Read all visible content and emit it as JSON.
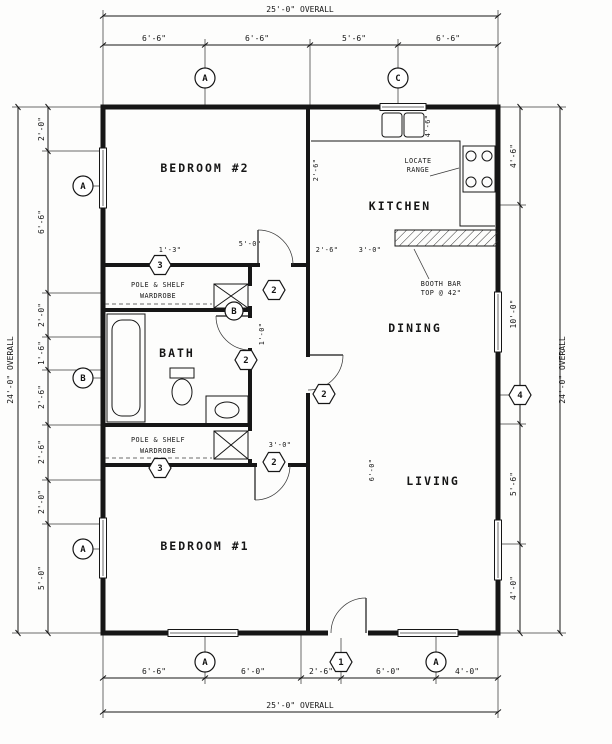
{
  "drawing": {
    "overall_top": "25'-0\" OVERALL",
    "overall_bottom": "25'-0\" OVERALL",
    "overall_left": "24'-0\" OVERALL",
    "overall_right": "24'-0\" OVERALL"
  },
  "rooms": {
    "bedroom2": "BEDROOM #2",
    "kitchen": "KITCHEN",
    "dining": "DINING",
    "bath": "BATH",
    "living": "LIVING",
    "bedroom1": "BEDROOM #1"
  },
  "notes": {
    "closet1": [
      "POLE & SHELF",
      "WARDROBE"
    ],
    "closet2": [
      "POLE & SHELF",
      "WARDROBE"
    ],
    "range": [
      "LOCATE",
      "RANGE"
    ],
    "bar": [
      "BOOTH BAR",
      "TOP @ 42\""
    ]
  },
  "dims": {
    "top": [
      "6'-6\"",
      "6'-6\"",
      "5'-6\"",
      "6'-6\""
    ],
    "bottom": [
      "6'-6\"",
      "6'-0\"",
      "2'-6\"",
      "6'-0\"",
      "4'-0\""
    ],
    "left": [
      "2'-0\"",
      "6'-6\"",
      "2'-0\"",
      "1'-6\"",
      "2'-6\"",
      "2'-6\"",
      "2'-0\"",
      "5'-0\""
    ],
    "right": [
      "4'-6\"",
      "10'-0\"",
      "5'-6\"",
      "4'-0\""
    ],
    "interior": [
      "2'-6\"",
      "5'-0\"",
      "2'-6\"",
      "3'-0\"",
      "1'-3\"",
      "3'-0\"",
      "1'-0\"",
      "6'-0\"",
      "4'-6\""
    ]
  },
  "markers": {
    "top": [
      "A",
      "C"
    ],
    "left": [
      "A",
      "B",
      "A"
    ],
    "bottom": [
      "A",
      "A"
    ],
    "front_door": "1",
    "right_wall": "4",
    "doors": [
      "2",
      "2",
      "2",
      "2"
    ],
    "closets": [
      "3",
      "3"
    ],
    "bath_circle": "B"
  }
}
